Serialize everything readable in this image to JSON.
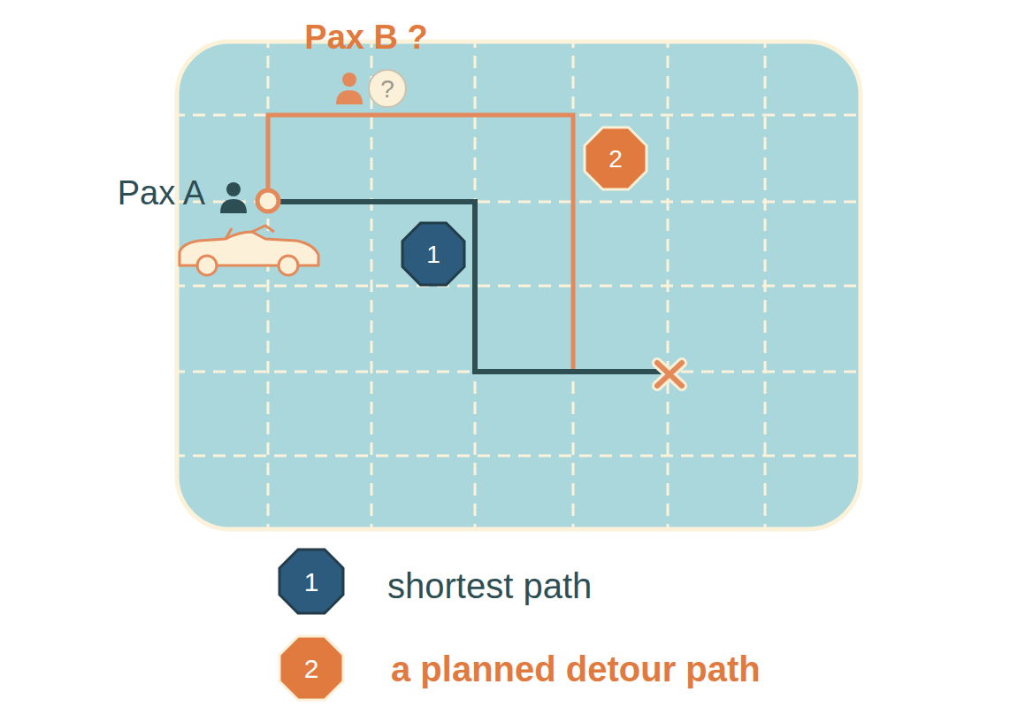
{
  "diagram": {
    "labels": [
      "Pax B ?",
      "?",
      "Pax A",
      "1",
      "2",
      "1",
      "2"
    ],
    "legend": [
      {
        "text": "shortest path"
      },
      {
        "text": "a planned detour path"
      }
    ]
  }
}
